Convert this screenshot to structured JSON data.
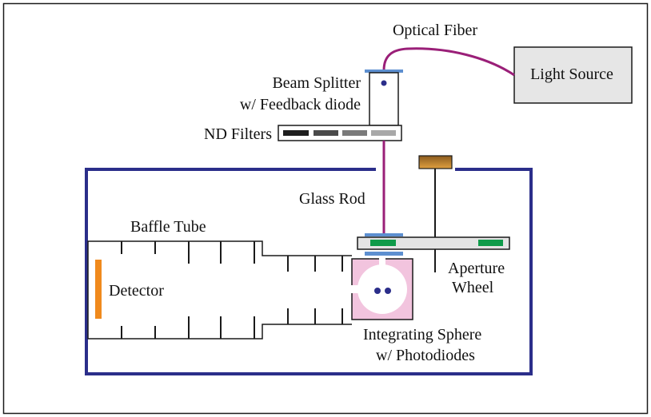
{
  "labels": {
    "optical_fiber": "Optical Fiber",
    "light_source": "Light Source",
    "beam_splitter_line1": "Beam Splitter",
    "beam_splitter_line2": "w/ Feedback diode",
    "nd_filters": "ND Filters",
    "glass_rod": "Glass Rod",
    "baffle_tube": "Baffle Tube",
    "detector": "Detector",
    "aperture_line1": "Aperture",
    "aperture_line2": "Wheel",
    "sphere_line1": "Integrating Sphere",
    "sphere_line2": "w/ Photodiodes"
  },
  "colors": {
    "enclosure": "#2b2e8a",
    "fiber": "#9a1f78",
    "light_source_fill": "#e6e6e6",
    "filter_blue": "#5d8fd0",
    "detector": "#f08a1d",
    "sphere_box": "#f2c4de",
    "photodiode": "#2b2e8a",
    "aperture_slot": "#0f9b4a",
    "aperture_wheel_fill": "#e4e4e4",
    "motor": "#b8731e",
    "nd_filter_shades": [
      "#1e1e1e",
      "#4a4a4a",
      "#7a7a7a",
      "#a8a8a8"
    ]
  }
}
